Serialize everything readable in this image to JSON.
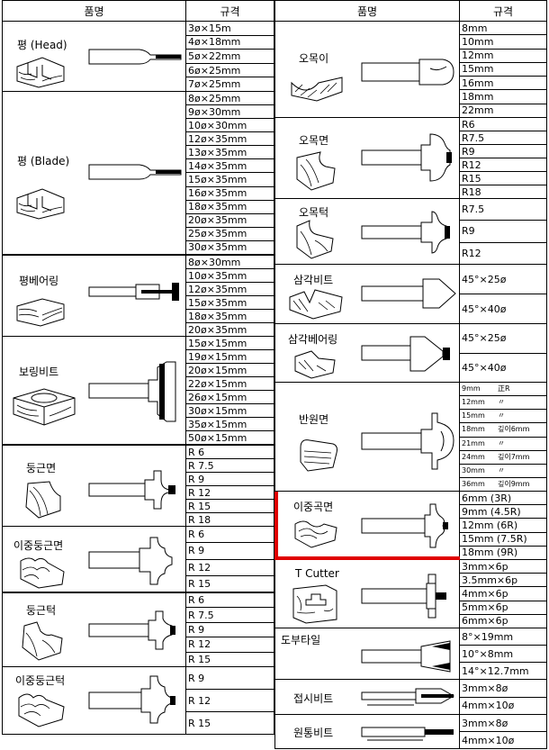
{
  "header": {
    "left_name": "품명",
    "left_spec": "규격",
    "right_name": "품명",
    "right_spec": "규격"
  },
  "left": [
    {
      "name": "평 (Head)",
      "specs": [
        "3ø×15m",
        "4ø×18mm",
        "5ø×22mm",
        "6ø×25mm",
        "7ø×25mm"
      ]
    },
    {
      "name": "평 (Blade)",
      "specs": [
        "8ø×25mm",
        "9ø×30mm",
        "10ø×30mm",
        "12ø×35mm",
        "13ø×35mm",
        "14ø×35mm",
        "15ø×35mm",
        "16ø×35mm",
        "18ø×35mm",
        "20ø×35mm",
        "25ø×35mm",
        "30ø×35mm"
      ]
    },
    {
      "name": "평베어링",
      "specs": [
        "8ø×30mm",
        "10ø×35mm",
        "12ø×35mm",
        "15ø×35mm",
        "18ø×35mm",
        "20ø×35mm"
      ]
    },
    {
      "name": "보링비트",
      "specs": [
        "15ø×15mm",
        "19ø×15mm",
        "20ø×15mm",
        "22ø×15mm",
        "26ø×15mm",
        "30ø×15mm",
        "35ø×15mm",
        "50ø×15mm"
      ]
    },
    {
      "name": "둥근면",
      "specs": [
        "R 6",
        "R 7.5",
        "R 9",
        "R 12",
        "R 15",
        "R 18"
      ]
    },
    {
      "name": "이중둥근면",
      "specs": [
        "R 6",
        "R 9",
        "R 12",
        "R 15"
      ]
    },
    {
      "name": "둥근턱",
      "specs": [
        "R 6",
        "R 7.5",
        "R 9",
        "R 12",
        "R 15"
      ]
    },
    {
      "name": "이중둥근턱",
      "specs": [
        "R 9",
        "R 12",
        "R 15"
      ]
    }
  ],
  "right": [
    {
      "name": "오목이",
      "specs": [
        "8mm",
        "10mm",
        "12mm",
        "15mm",
        "16mm",
        "18mm",
        "22mm"
      ]
    },
    {
      "name": "오목면",
      "specs": [
        "R6",
        "R7.5",
        "R9",
        "R12",
        "R15",
        "R18"
      ]
    },
    {
      "name": "오목턱",
      "specs": [
        "R7.5",
        "R9",
        "R12"
      ]
    },
    {
      "name": "삼각비트",
      "specs": [
        "45°×25ø",
        "45°×40ø"
      ]
    },
    {
      "name": "삼각베어링",
      "specs": [
        "45°×25ø",
        "45°×40ø"
      ]
    },
    {
      "name": "반원면",
      "specs": [
        {
          "a": "9mm",
          "b": "正R"
        },
        {
          "a": "12mm",
          "b": "〃"
        },
        {
          "a": "15mm",
          "b": "〃"
        },
        {
          "a": "18mm",
          "b": "깊이6mm"
        },
        {
          "a": "21mm",
          "b": "〃"
        },
        {
          "a": "24mm",
          "b": "깊이7mm"
        },
        {
          "a": "30mm",
          "b": "〃"
        },
        {
          "a": "36mm",
          "b": "깊이9mm"
        }
      ]
    },
    {
      "name": "이중곡면",
      "specs": [
        "6mm (3R)",
        "9mm (4.5R)",
        "12mm (6R)",
        "15mm (7.5R)",
        "18mm (9R)"
      ]
    },
    {
      "name": "T Cutter",
      "specs": [
        "3mm×6p",
        "3.5mm×6p",
        "4mm×6p",
        "5mm×6p",
        "6mm×6p"
      ]
    },
    {
      "name": "도부타일",
      "specs": [
        "8°×19mm",
        "10°×8mm",
        "14°×12.7mm"
      ]
    },
    {
      "name": "접시비트",
      "specs": [
        "3mm×8ø",
        "4mm×10ø"
      ]
    },
    {
      "name": "원통비트",
      "specs": [
        "3mm×8ø",
        "4mm×10ø"
      ]
    }
  ],
  "colors": {
    "highlight": "#e00000"
  }
}
